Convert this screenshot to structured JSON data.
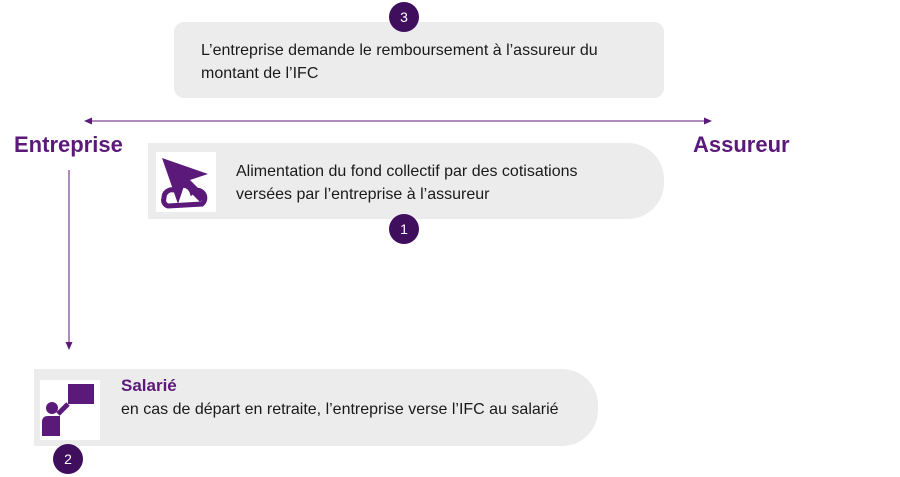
{
  "steps": {
    "step3": {
      "number": "3",
      "text": "L’entreprise demande le remboursement à l’assureur du montant de l’IFC"
    },
    "step1": {
      "number": "1",
      "text": "Alimentation du fond collectif par des cotisations versées par l’entreprise à l’assureur"
    },
    "step2": {
      "number": "2",
      "title": "Salarié",
      "text": "en cas de départ en retraite, l’entreprise verse l’IFC au salarié"
    }
  },
  "actors": {
    "left": "Entreprise",
    "right": "Assureur"
  },
  "icons": {
    "step1": "cursor-cloud-icon",
    "step2": "presenter-board-icon"
  },
  "colors": {
    "accent": "#5b1a7a",
    "badge": "#3f0f5e",
    "box": "#ececec"
  }
}
